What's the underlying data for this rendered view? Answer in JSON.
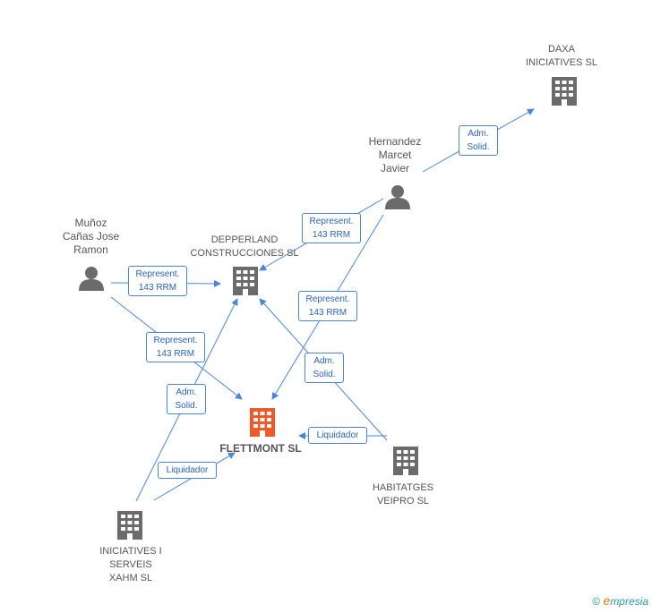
{
  "nodes": {
    "main": {
      "name": "FLETTMONT SL",
      "color": "#f05a28"
    },
    "daxa": {
      "name": "DAXA\nINICIATIVES  SL"
    },
    "hernandez": {
      "name": "Hernandez\nMarcet\nJavier"
    },
    "munoz": {
      "name": "Muñoz\nCañas Jose\nRamon"
    },
    "depperland": {
      "name": "DEPPERLAND\nCONSTRUCCIONES SL"
    },
    "habitatges": {
      "name": "HABITATGES\nVEIPRO SL"
    },
    "iniciatives": {
      "name": "INICIATIVES I\nSERVEIS\nXAHM SL"
    }
  },
  "edges": {
    "hernandez_daxa": "Adm.\nSolid.",
    "hernandez_depperland": "Represent.\n143 RRM",
    "munoz_depperland": "Represent.\n143 RRM",
    "hernandez_main": "Represent.\n143 RRM",
    "munoz_main": "Represent.\n143 RRM",
    "habitatges_depperland": "Adm.\nSolid.",
    "iniciatives_depperland": "Adm.\nSolid.",
    "habitatges_main": "Liquidador",
    "iniciatives_main": "Liquidador"
  },
  "colors": {
    "edge": "#4a86d8",
    "icon": "#6b6b6b",
    "main": "#f05a28"
  },
  "footer": {
    "copyright": "©",
    "brand_initial": "e",
    "brand_rest": "mpresia"
  }
}
